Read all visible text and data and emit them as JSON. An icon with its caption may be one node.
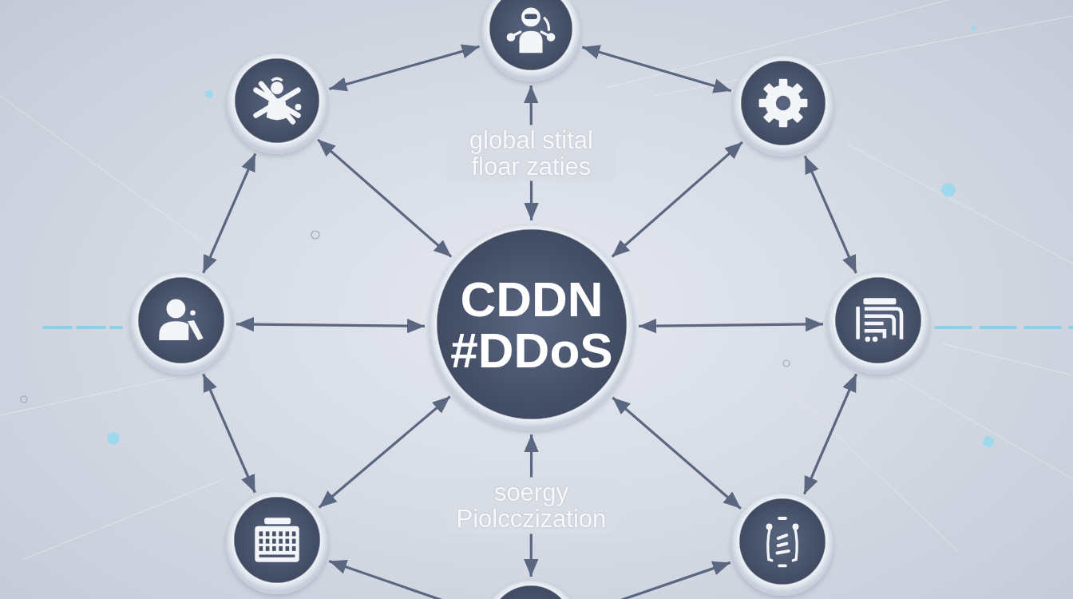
{
  "diagram": {
    "nodes": [
      {
        "text": [],
        "shape": "circle"
      },
      {
        "text": [],
        "shape": "circle"
      },
      {
        "text": [],
        "shape": "circle"
      },
      {
        "text": [],
        "shape": "circle"
      },
      {
        "text": [
          "CDDN #DDoS"
        ]
      },
      {
        "text": [],
        "shape": "circle"
      },
      {
        "text": [],
        "shape": "circle"
      },
      {
        "text": [],
        "shape": "circle"
      },
      {
        "text": [],
        "shape": "circle"
      }
    ],
    "edges": [
      {
        "from": 1,
        "to": 0,
        "arrow": "both"
      },
      {
        "from": 0,
        "to": 2,
        "arrow": "both"
      },
      {
        "from": 0,
        "to": 4,
        "arrow": "both",
        "label": "global stital floar zaties"
      },
      {
        "from": 1,
        "to": 4,
        "arrow": "both"
      },
      {
        "from": 2,
        "to": 4,
        "arrow": "both"
      },
      {
        "from": 1,
        "to": 3,
        "arrow": "both"
      },
      {
        "from": 2,
        "to": 5,
        "arrow": "both"
      },
      {
        "from": 3,
        "to": 4,
        "arrow": "both"
      },
      {
        "from": 4,
        "to": 5,
        "arrow": "both"
      },
      {
        "from": 3,
        "to": 6,
        "arrow": "both"
      },
      {
        "from": 5,
        "to": 7,
        "arrow": "both"
      },
      {
        "from": 4,
        "to": 6,
        "arrow": "both"
      },
      {
        "from": 4,
        "to": 7,
        "arrow": "both"
      },
      {
        "from": 4,
        "to": 8,
        "arrow": "both",
        "label": "soergy Piolcczization"
      },
      {
        "from": 8,
        "to": 6,
        "arrow": "to"
      },
      {
        "from": 8,
        "to": 7,
        "arrow": "to"
      }
    ]
  }
}
